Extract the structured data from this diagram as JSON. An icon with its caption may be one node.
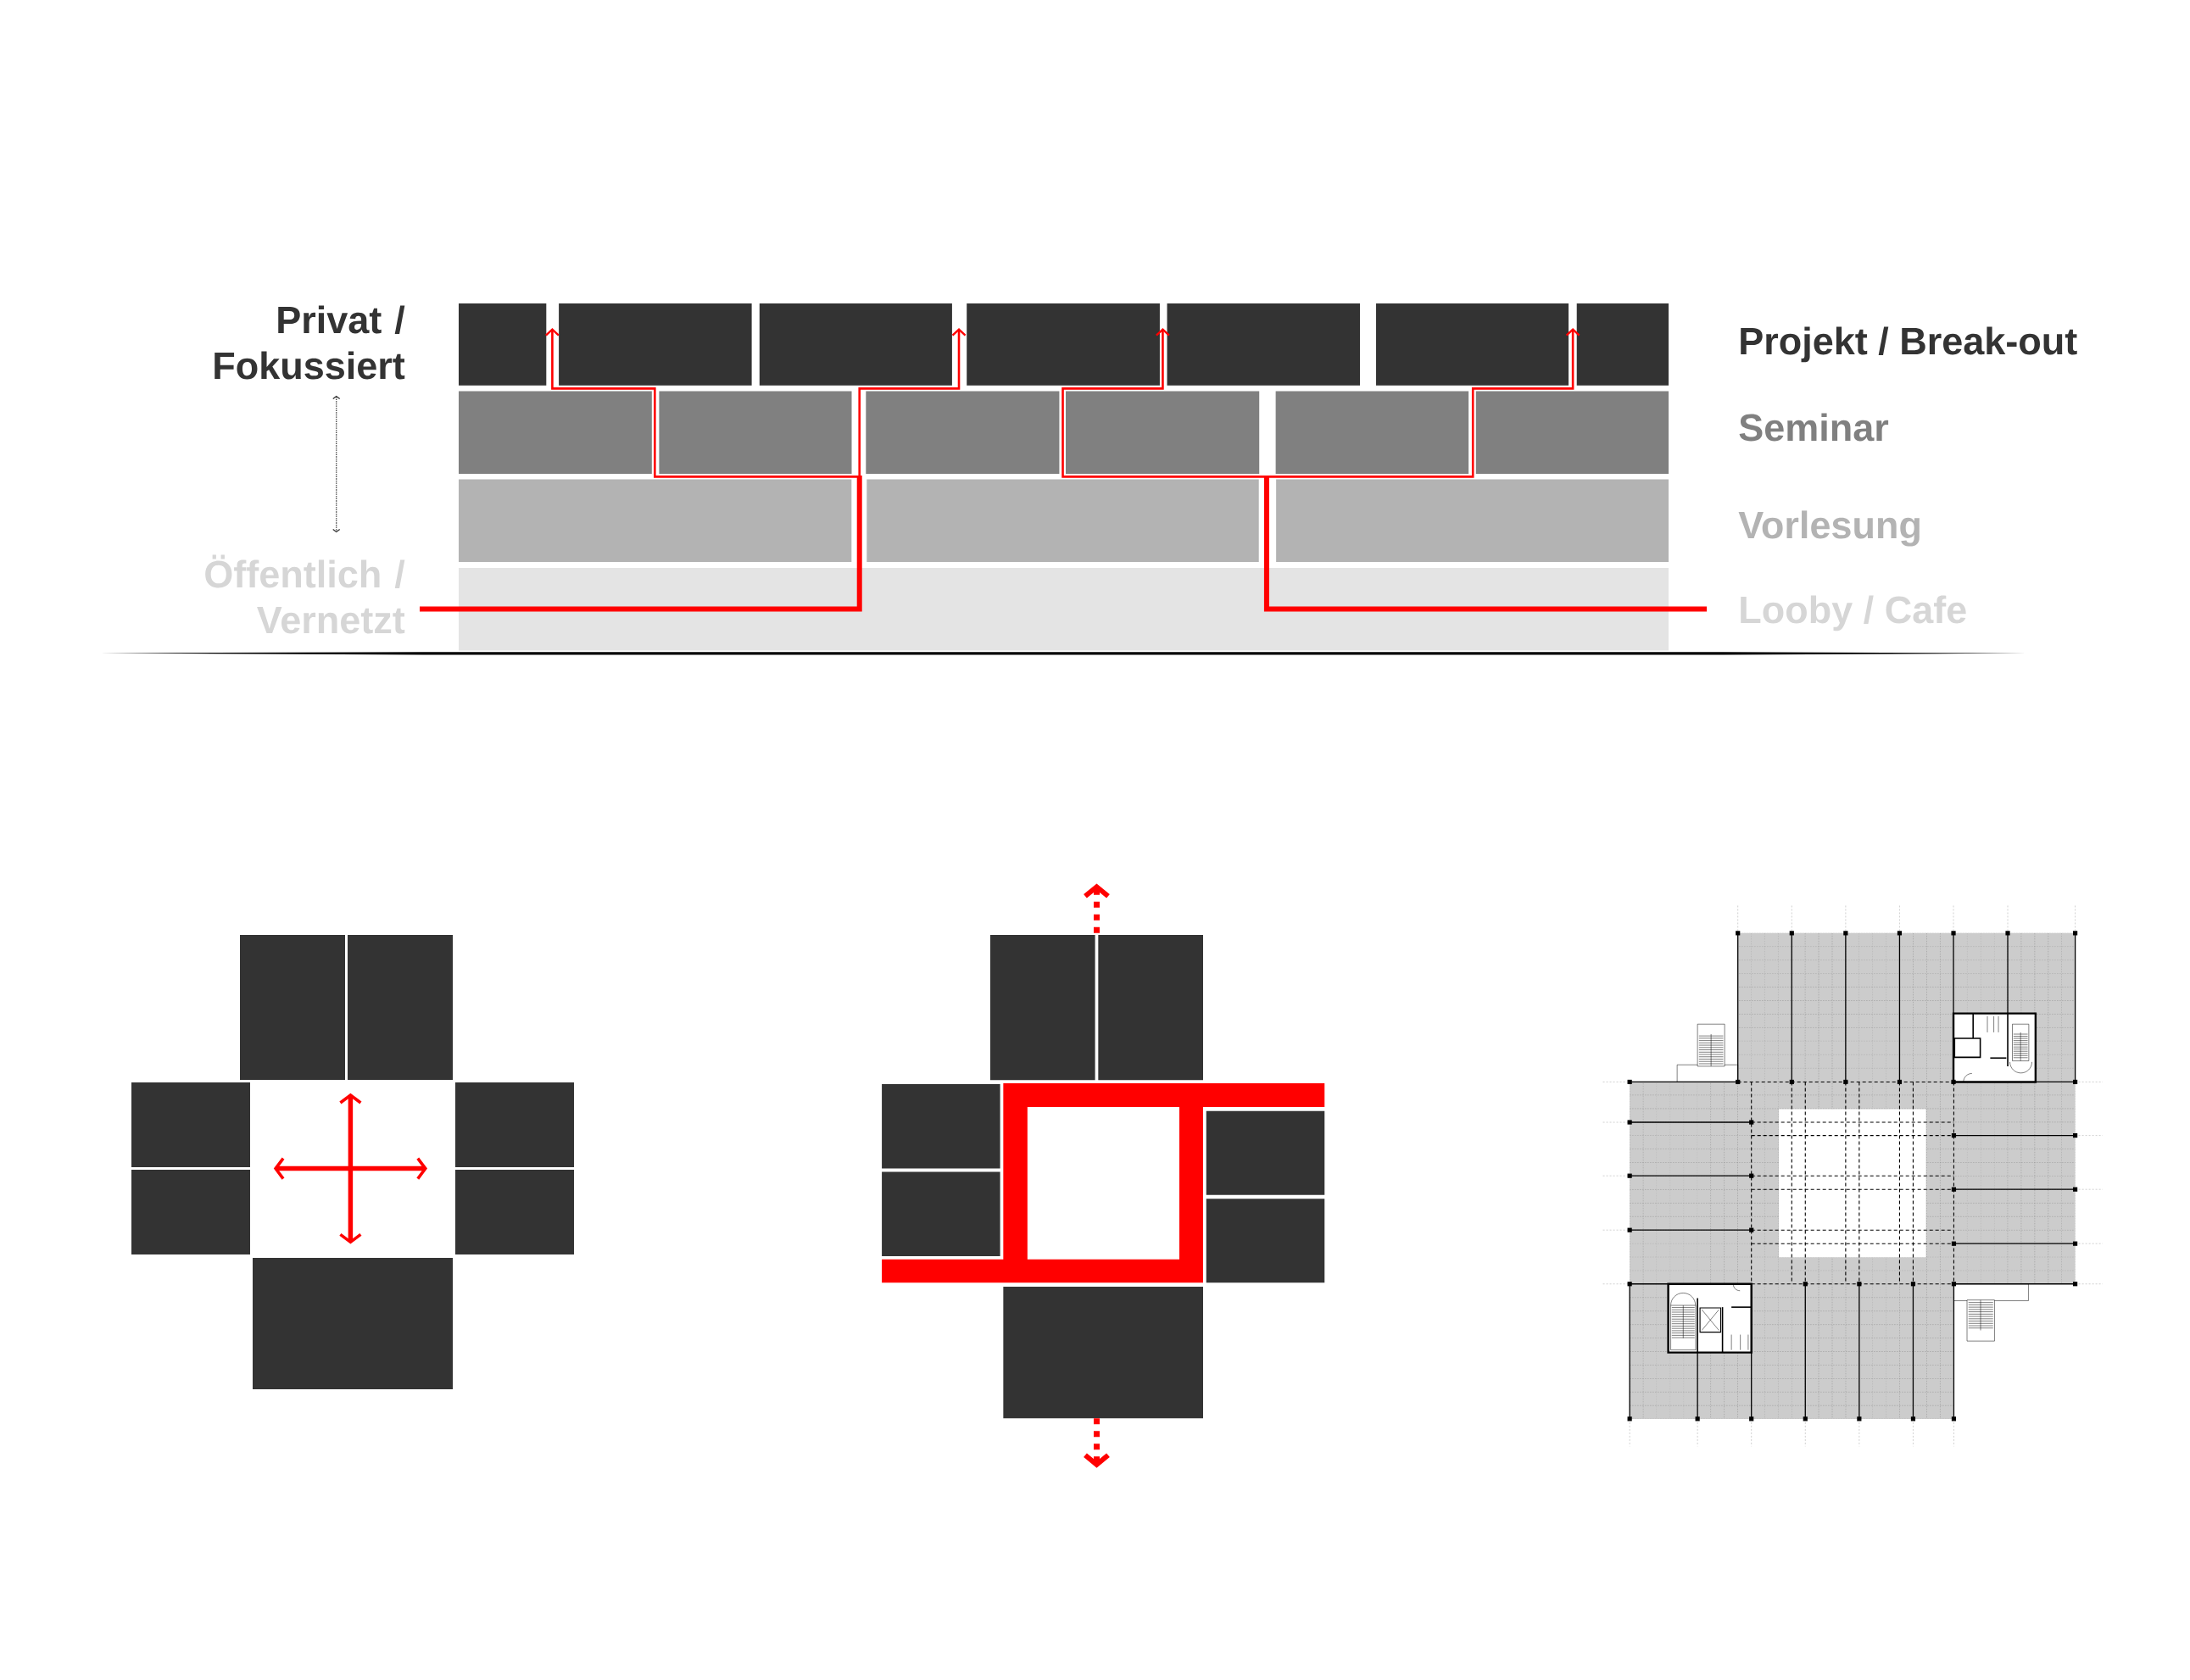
{
  "diagram": {
    "labels": [
      "Privat / Fokussiert",
      "Projekt / Break-out",
      "Seminar",
      "Vorlesung",
      "Öffentlich / Vernetzt",
      "Looby / Cafe"
    ]
  }
}
